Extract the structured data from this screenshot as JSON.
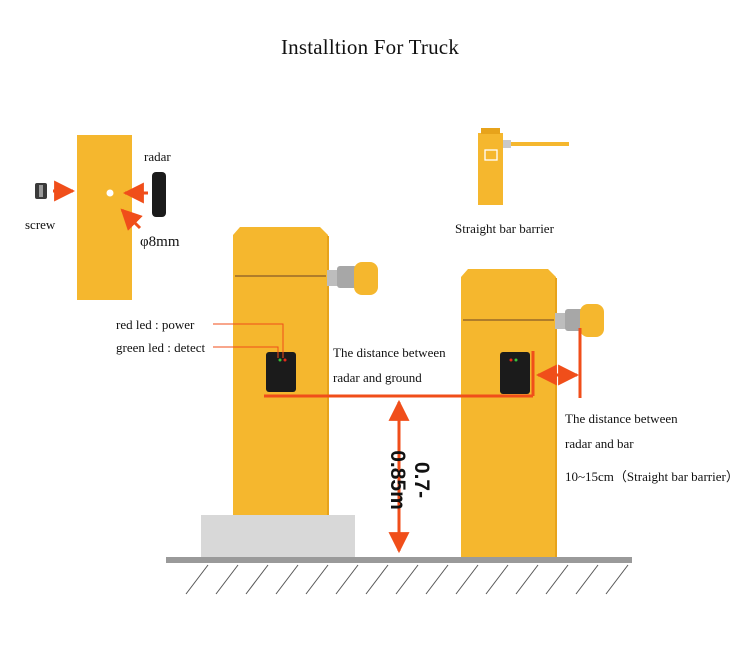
{
  "title": "Installtion For Truck",
  "labels": {
    "radar": "radar",
    "screw": "screw",
    "hole_size": "φ8mm",
    "straight_bar_barrier": "Straight bar barrier",
    "red_led": "red led : power",
    "green_led": "green led : detect",
    "radar_ground_line1": "The distance between",
    "radar_ground_line2": "radar and ground",
    "radar_bar_line1": "The distance between",
    "radar_bar_line2": "radar and bar",
    "radar_bar_value": "10~15cm（Straight bar barrier）",
    "height": "0.7-0.85m"
  },
  "colors": {
    "post": "#f5b72e",
    "post_edge": "#e7a31b",
    "arrow": "#f04e1a",
    "radar_box": "#1b1b1b",
    "base": "#d8d8d8",
    "ground": "#9a9a9a"
  }
}
